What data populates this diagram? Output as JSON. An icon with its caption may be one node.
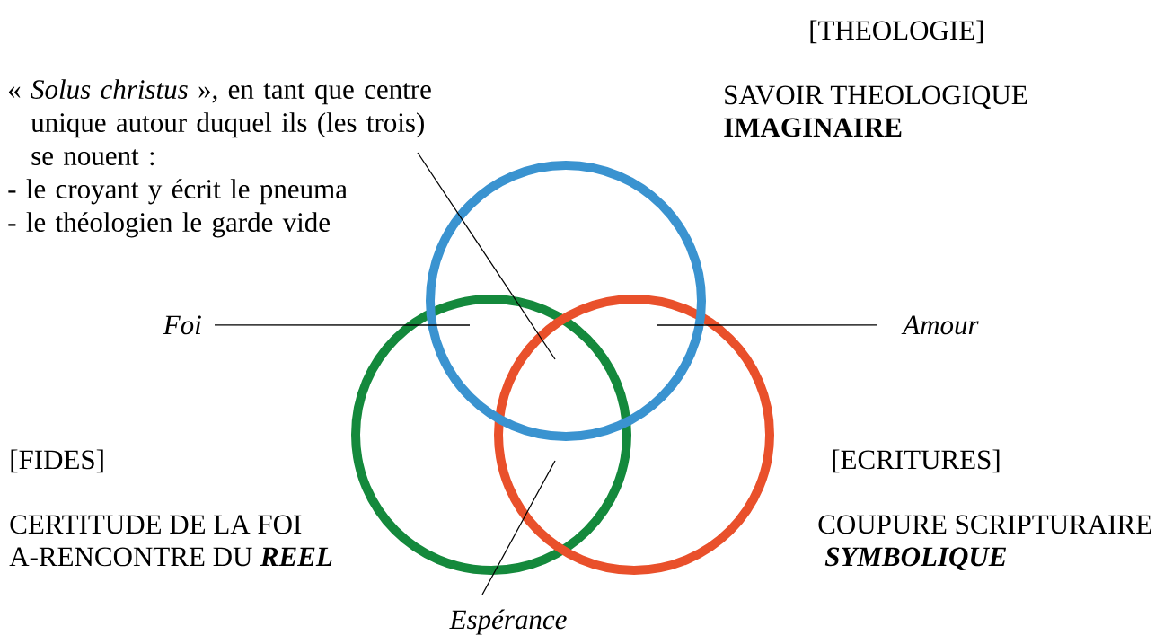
{
  "diagram": {
    "nodes": [
      {
        "text": [],
        "shape": "circle",
        "beside": [
          "[THEOLOGIE]",
          "SAVOIR THEOLOGIQUE",
          "IMAGINAIRE"
        ]
      },
      {
        "text": [],
        "shape": "circle",
        "beside": [
          "[FIDES]",
          "CERTITUDE DE LA FOI",
          "A-RENCONTRE DU",
          "REEL"
        ]
      },
      {
        "text": [],
        "shape": "circle",
        "beside": [
          "[ECRITURES]",
          "COUPURE SCRIPTURAIRE",
          "SYMBOLIQUE"
        ]
      },
      {
        "text": [
          "« *Solus christus* », en tant que centre unique autour duquel ils (les trois) se nouent :",
          "- le croyant y écrit le pneuma",
          "- le théologien le garde vide"
        ]
      },
      {
        "text": [
          "Foi"
        ]
      },
      {
        "text": [
          "Amour"
        ]
      },
      {
        "text": [
          "Espérance"
        ]
      }
    ],
    "edges": [
      {
        "from": 3,
        "to": 1,
        "arrow": "none"
      },
      {
        "from": 4,
        "to": 1,
        "arrow": "none"
      },
      {
        "from": 5,
        "to": 2,
        "arrow": "none"
      },
      {
        "from": 6,
        "to": 1,
        "arrow": "none"
      }
    ]
  }
}
